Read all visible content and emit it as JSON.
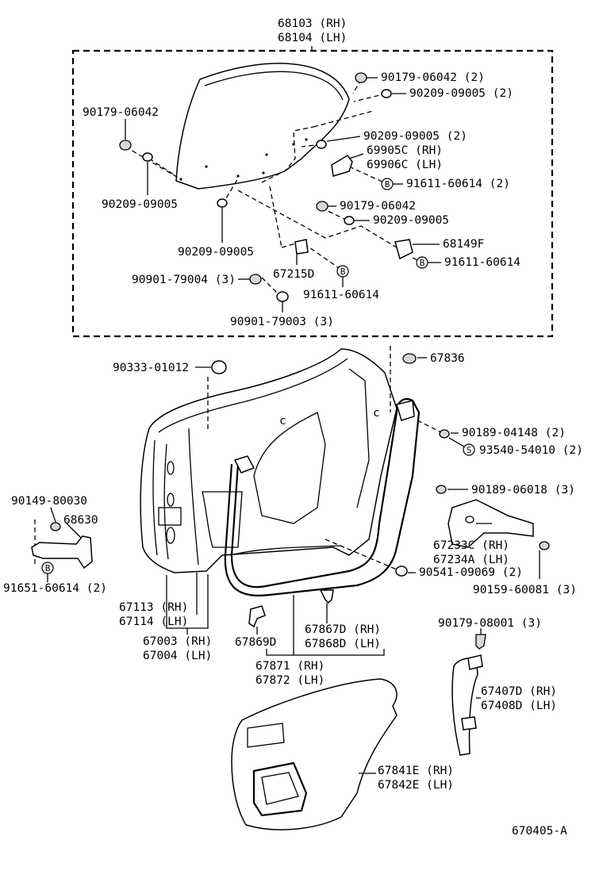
{
  "diagram_id": "670405-A",
  "glass": {
    "part_rh": "68103 (RH)",
    "part_lh": "68104 (LH)"
  },
  "upper_group": {
    "parts": [
      "90179-06042 (2)",
      "90209-09005 (2)",
      "90179-06042",
      "90209-09005 (2)",
      "69905C (RH)",
      "69906C (LH)",
      "91611-60614 (2)",
      "90209-09005",
      "90179-06042",
      "90209-09005",
      "68149F",
      "90209-09005",
      "91611-60614",
      "67215D",
      "90901-79004 (3)",
      "91611-60614",
      "90901-79003 (3)"
    ]
  },
  "door": {
    "plug": "90333-01012",
    "clip": "67836",
    "bolt_upper": "90189-04148 (2)",
    "screw": "93540-54010 (2)",
    "bolt_hinge": "90189-06018 (3)",
    "hinge_rh": "67233C (RH)",
    "hinge_lh": "67234A (LH)",
    "clip_lower": "90541-09069 (2)",
    "bolt_lower": "90159-60081 (3)",
    "check_bolt": "90149-80030",
    "check": "68630",
    "check_bolt2": "91651-60614 (2)",
    "panel_rh": "67113 (RH)",
    "panel_lh": "67114 (LH)",
    "door_rh": "67003 (RH)",
    "door_lh": "67004 (LH)",
    "weather_clip": "67869D",
    "stopper_rh": "67867D (RH)",
    "stopper_lh": "67868D (LH)",
    "weatherstrip_rh": "67871 (RH)",
    "weatherstrip_lh": "67872 (LH)",
    "nut": "90179-08001 (3)",
    "channel_rh": "67407D (RH)",
    "channel_lh": "67408D (LH)",
    "trim_rh": "67841E (RH)",
    "trim_lh": "67842E (LH)"
  },
  "badge_b": "B",
  "badge_s": "S"
}
